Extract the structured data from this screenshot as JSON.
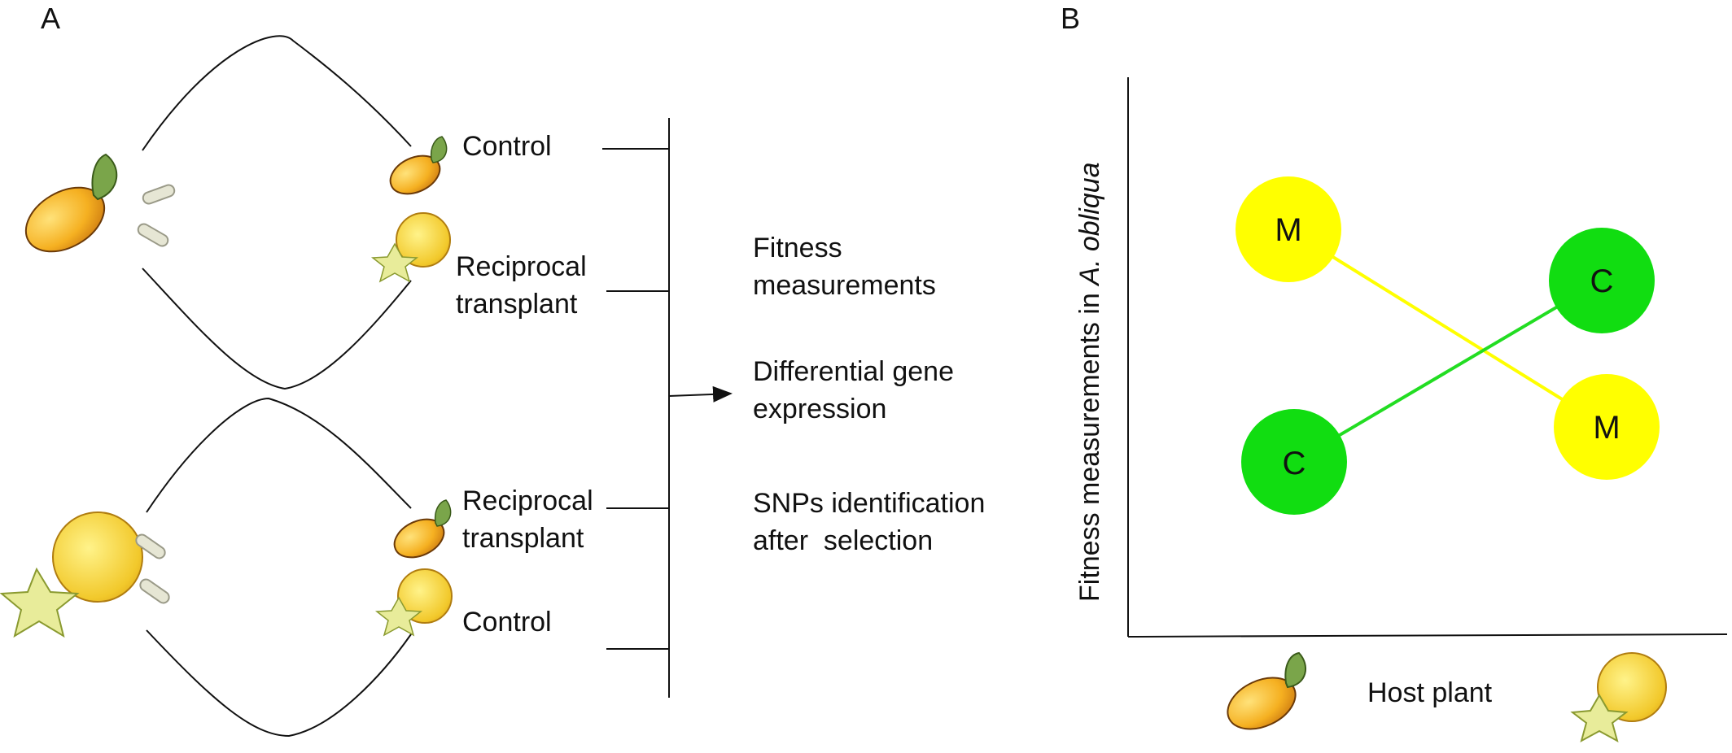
{
  "panel_a": {
    "letter": "A",
    "groups": [
      {
        "host": "mango",
        "top_label": "Control",
        "bottom_label": "Reciprocal\ntransplant"
      },
      {
        "host": "starfruit",
        "top_label": "Reciprocal\ntransplant",
        "bottom_label": "Control"
      }
    ],
    "outcomes": [
      "Fitness\nmeasurements",
      "Differential gene\nexpression",
      "SNPs identification\nafter  selection"
    ]
  },
  "panel_b": {
    "letter": "B",
    "y_label_prefix": "Fitness measurements in ",
    "y_label_italic": "A. obliqua",
    "x_label": "Host plant",
    "points": [
      {
        "label": "M",
        "color": "#ffff00",
        "line_color": "#ffff00"
      },
      {
        "label": "C",
        "color": "#11dd11",
        "line_color": "#22dd22"
      }
    ]
  },
  "colors": {
    "mango": "#f5b021",
    "starfruit": "#f2d23a",
    "leaf": "#7aa54a",
    "larva": "#e6e6d4"
  }
}
